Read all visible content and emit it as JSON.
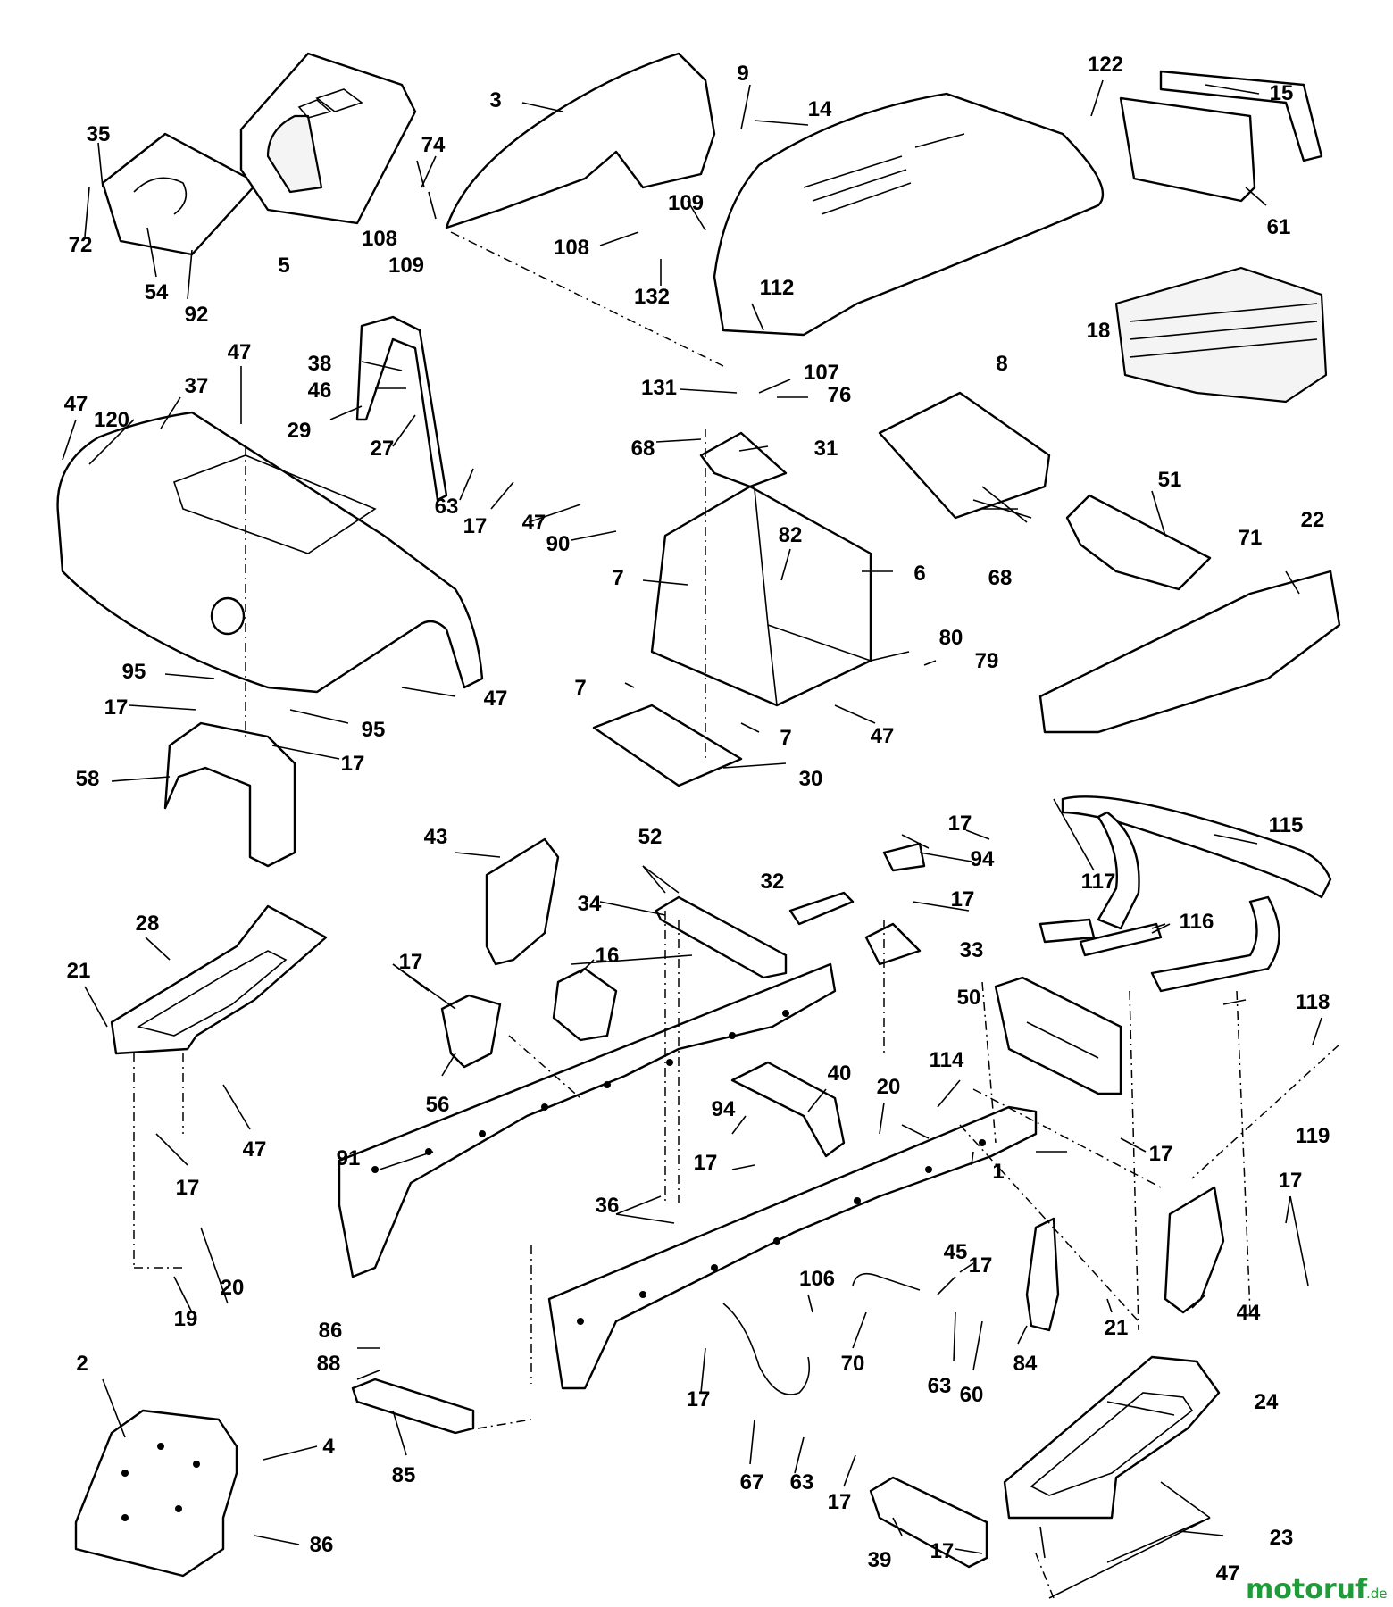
{
  "watermark": {
    "brand": "motoruf",
    "suffix": ".de"
  },
  "callouts": [
    "1",
    "2",
    "3",
    "4",
    "5",
    "6",
    "7",
    "8",
    "9",
    "14",
    "15",
    "16",
    "17",
    "18",
    "19",
    "20",
    "21",
    "22",
    "23",
    "24",
    "27",
    "28",
    "29",
    "30",
    "31",
    "32",
    "33",
    "34",
    "35",
    "36",
    "37",
    "38",
    "39",
    "40",
    "43",
    "44",
    "45",
    "46",
    "47",
    "50",
    "51",
    "52",
    "54",
    "56",
    "58",
    "60",
    "61",
    "63",
    "67",
    "68",
    "70",
    "71",
    "72",
    "74",
    "76",
    "79",
    "80",
    "82",
    "84",
    "85",
    "86",
    "88",
    "90",
    "91",
    "92",
    "94",
    "95",
    "106",
    "107",
    "108",
    "109",
    "112",
    "114",
    "115",
    "116",
    "117",
    "118",
    "119",
    "120",
    "122",
    "131",
    "132"
  ]
}
